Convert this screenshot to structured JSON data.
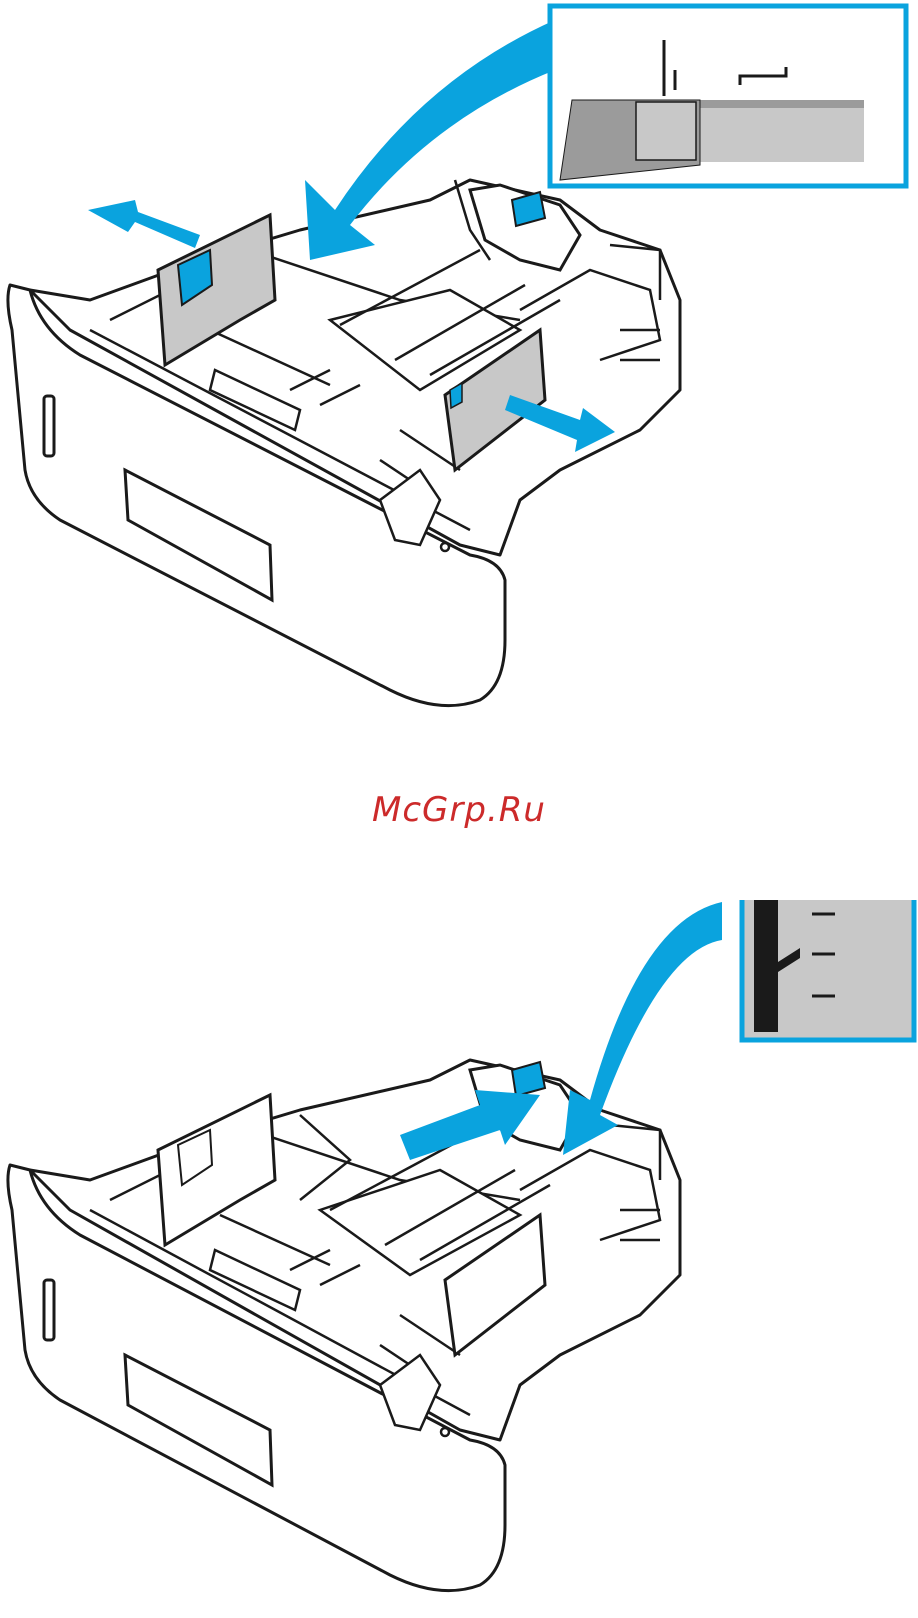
{
  "watermark": {
    "text": "McGrp.Ru"
  },
  "colors": {
    "accent_blue": "#0aa3de",
    "ink": "#1a1a1a",
    "inset_gray": "#c8c8c8",
    "inset_dark": "#9b9b9b",
    "watermark_red": "#cc2a2a",
    "tray_fill": "#ffffff"
  },
  "figures": [
    {
      "step": "adjust-width-guides",
      "arrows": [
        "left-guide-outward",
        "right-guide-outward",
        "callout-to-guide"
      ],
      "inset": "width-guide-max-fill-marks"
    },
    {
      "step": "adjust-length-guide",
      "arrows": [
        "length-guide-push",
        "callout-to-length-guide"
      ],
      "inset": "stack-height-marks"
    }
  ]
}
